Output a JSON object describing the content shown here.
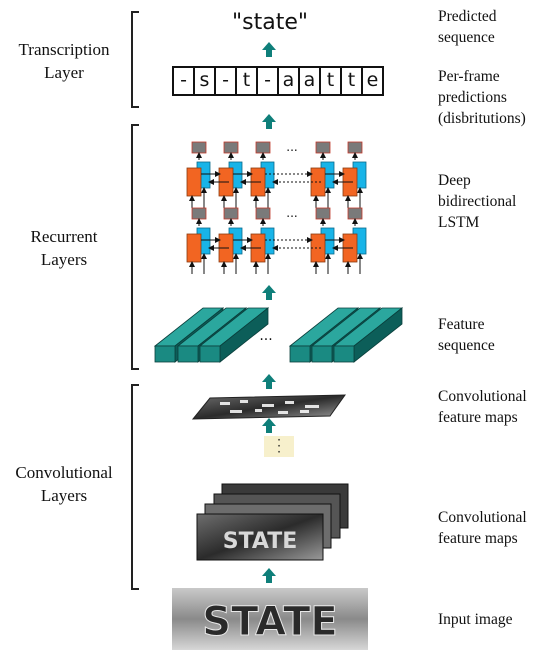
{
  "layers": [
    {
      "id": "transcription",
      "label_lines": [
        "Transcription",
        "Layer"
      ]
    },
    {
      "id": "recurrent",
      "label_lines": [
        "Recurrent",
        "Layers"
      ]
    },
    {
      "id": "convolutional",
      "label_lines": [
        "Convolutional",
        "Layers"
      ]
    }
  ],
  "right_labels": [
    {
      "id": "predicted_sequence",
      "lines": [
        "Predicted",
        "sequence"
      ]
    },
    {
      "id": "per_frame",
      "lines": [
        "Per-frame",
        "predictions",
        "(disbritutions)"
      ]
    },
    {
      "id": "lstm",
      "lines": [
        "Deep",
        "bidirectional",
        "LSTM"
      ]
    },
    {
      "id": "feature_sequence",
      "lines": [
        "Feature",
        "sequence"
      ]
    },
    {
      "id": "conv_maps_top",
      "lines": [
        "Convolutional",
        "feature maps"
      ]
    },
    {
      "id": "conv_maps_bottom",
      "lines": [
        "Convolutional",
        "feature maps"
      ]
    },
    {
      "id": "input_image",
      "lines": [
        "Input image"
      ]
    }
  ],
  "output_text": "\"state\"",
  "frames": [
    "-",
    "s",
    "-",
    "t",
    "-",
    "a",
    "a",
    "t",
    "t",
    "e"
  ],
  "ellipsis": "...",
  "image_text": "STATE",
  "colors": {
    "arrow": "#0f7f7a",
    "feature_block_front": "#1a8a82",
    "feature_block_top": "#2ba79e",
    "feature_block_side": "#0c5e59",
    "lstm_forward": "#f26522",
    "lstm_backward": "#18b4e8",
    "lstm_output": "#7a7a7a",
    "dots_box": "#f7f0cc"
  }
}
